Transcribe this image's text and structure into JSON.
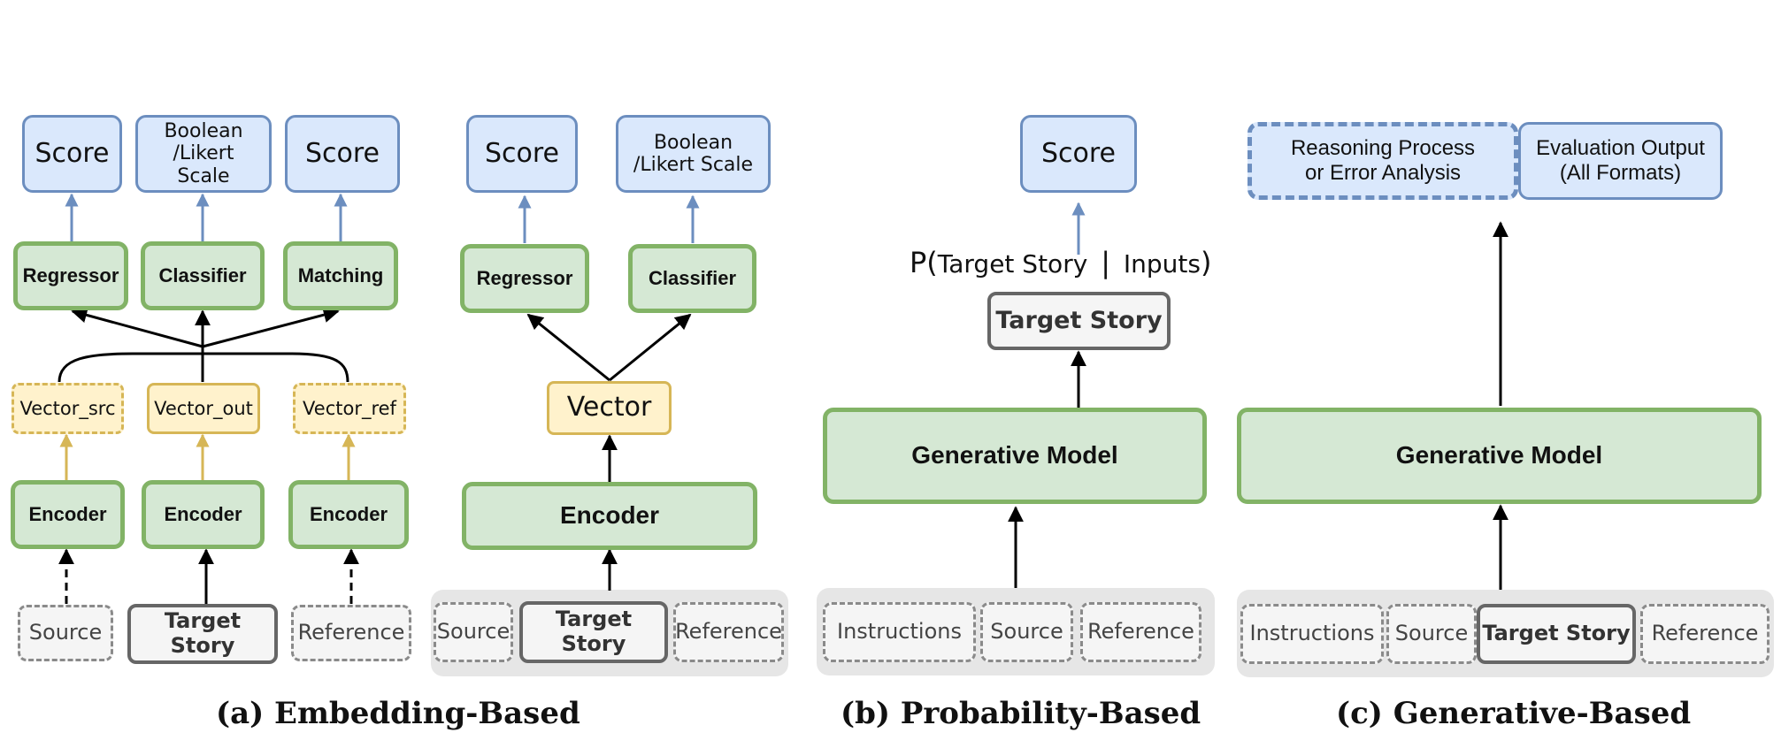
{
  "panels": {
    "a": {
      "caption": "(a) Embedding-Based",
      "outputs": [
        "Score",
        "Boolean\n/Likert\nScale",
        "Score"
      ],
      "heads": [
        "Regressor",
        "Classifier",
        "Matching"
      ],
      "vectors": [
        "Vector_src",
        "Vector_out",
        "Vector_ref"
      ],
      "encoders": [
        "Encoder",
        "Encoder",
        "Encoder"
      ],
      "inputs": [
        "Source",
        "Target Story",
        "Reference"
      ],
      "outputs2": [
        "Score",
        "Boolean\n/Likert Scale"
      ],
      "heads2": [
        "Regressor",
        "Classifier"
      ],
      "vector2": "Vector",
      "encoder2": "Encoder",
      "inputs2": [
        "Source",
        "Target Story",
        "Reference"
      ]
    },
    "b": {
      "caption": "(b) Probability-Based",
      "output": "Score",
      "prob_prefix": "P(",
      "prob_target": "Target Story",
      "prob_sep": "|",
      "prob_inputs": "Inputs",
      "prob_suffix": ")",
      "target": "Target Story",
      "model": "Generative Model",
      "inputs": [
        "Instructions",
        "Source",
        "Reference"
      ]
    },
    "c": {
      "caption": "(c) Generative-Based",
      "reasoning": "Reasoning Process\nor Error Analysis",
      "evaluation": "Evaluation Output\n(All Formats)",
      "model": "Generative Model",
      "inputs": [
        "Instructions",
        "Source",
        "Target Story",
        "Reference"
      ]
    }
  },
  "colors": {
    "blue_fill": "#dae8fc",
    "blue_border": "#6c8ebf",
    "green_fill": "#d5e8d4",
    "green_border": "#82b366",
    "yellow_fill": "#fff2cc",
    "yellow_border": "#d6b656",
    "grey_panel": "#e6e6e6"
  }
}
